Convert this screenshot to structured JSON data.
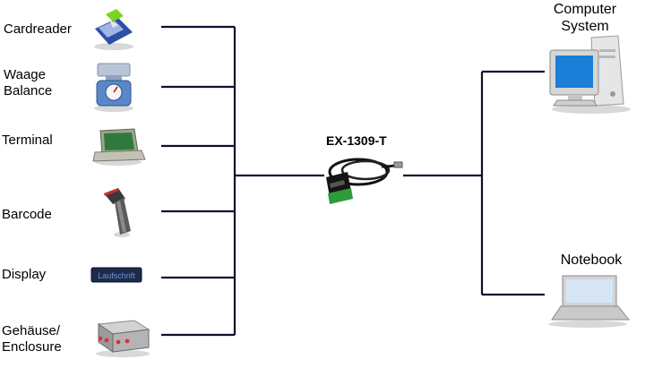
{
  "devices": [
    {
      "label_lines": [
        "Cardreader"
      ],
      "icon": "cardreader-icon"
    },
    {
      "label_lines": [
        "Waage",
        "Balance"
      ],
      "icon": "scale-icon"
    },
    {
      "label_lines": [
        "Terminal"
      ],
      "icon": "terminal-icon"
    },
    {
      "label_lines": [
        "Barcode"
      ],
      "icon": "barcode-scanner-icon"
    },
    {
      "label_lines": [
        "Display"
      ],
      "icon": "display-icon"
    },
    {
      "label_lines": [
        "Gehäuse/",
        "Enclosure"
      ],
      "icon": "enclosure-icon"
    }
  ],
  "adapter": {
    "title": "EX-1309-T",
    "icon": "usb-serial-adapter-icon"
  },
  "targets": [
    {
      "label_lines": [
        "Computer",
        "System"
      ],
      "icon": "desktop-computer-icon"
    },
    {
      "label_lines": [
        "Notebook"
      ],
      "icon": "notebook-icon"
    }
  ],
  "display_text": "Laufschrift",
  "colors": {
    "line": "#0b1030",
    "screen": "#1a7fd6",
    "device": "#c9c9c9",
    "adapter": "#111111",
    "green": "#2f9a3c"
  }
}
